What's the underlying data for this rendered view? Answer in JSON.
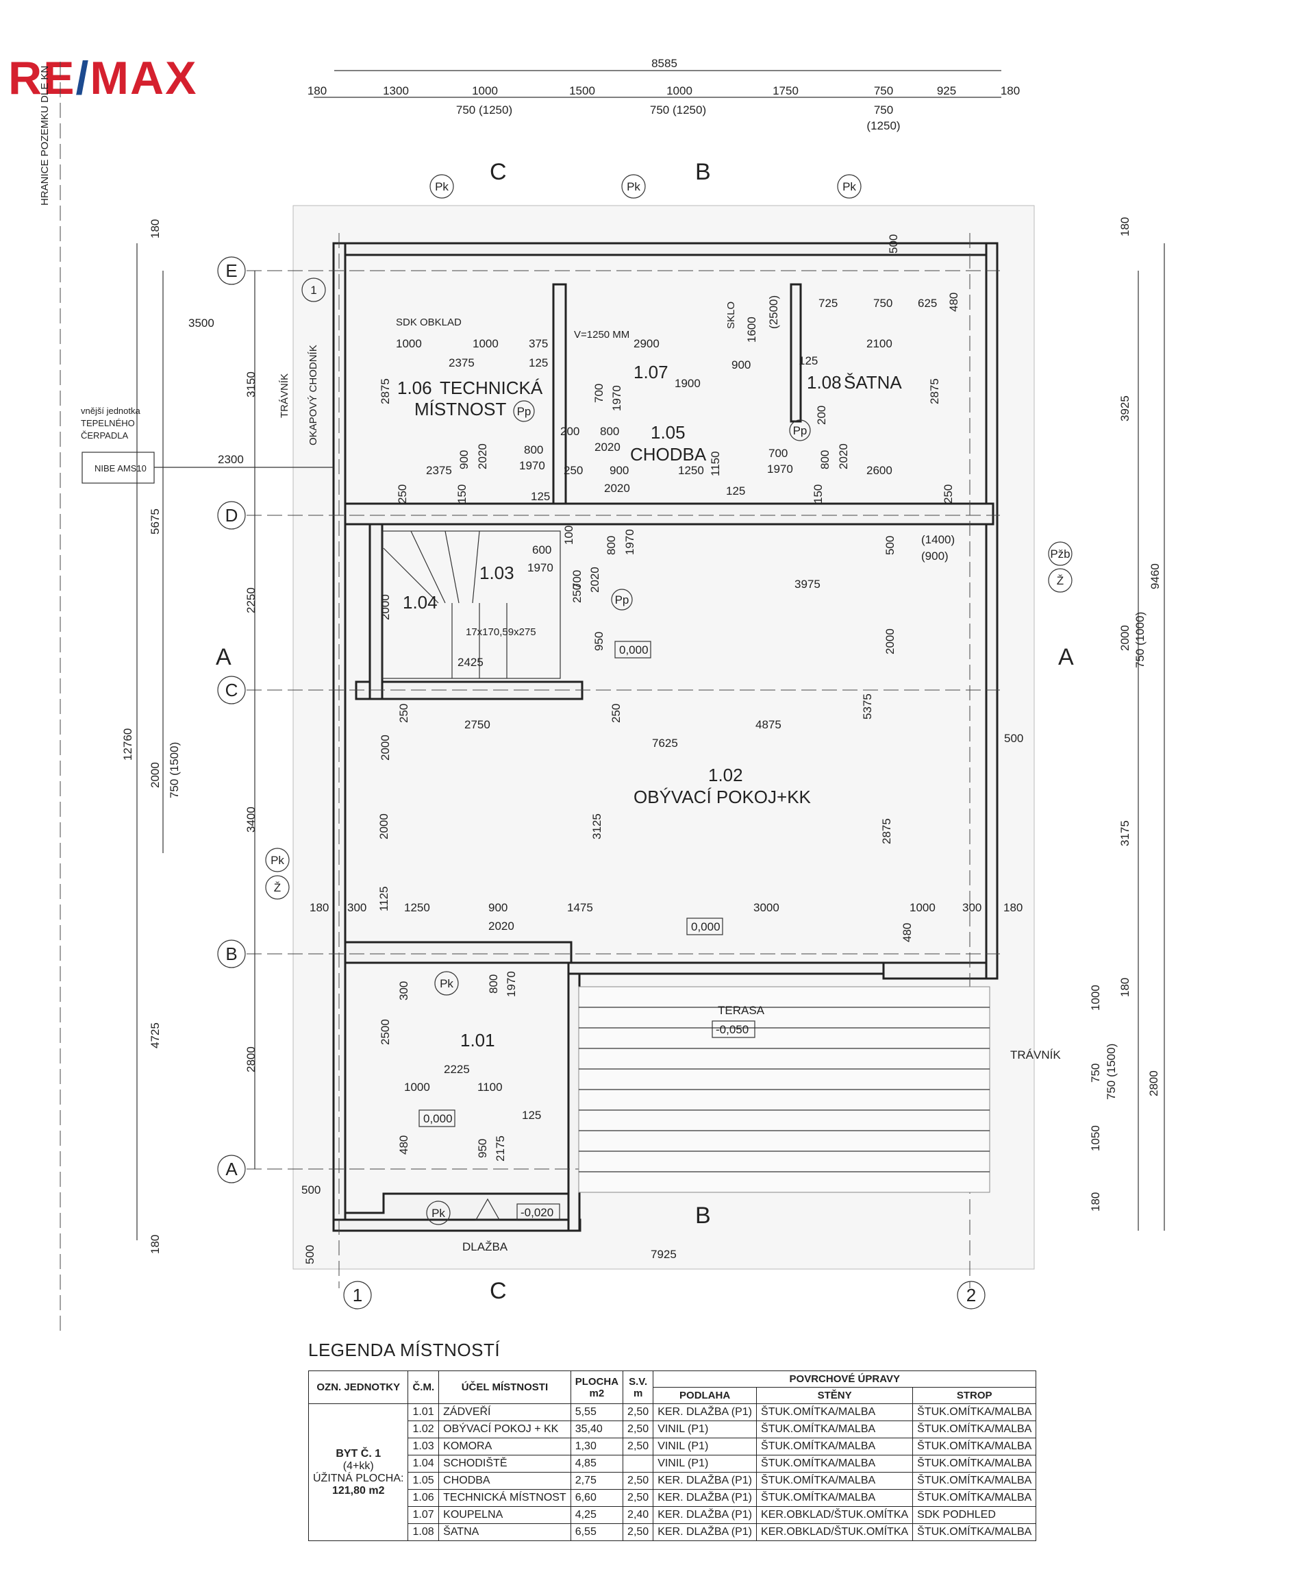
{
  "logo": {
    "text_a": "RE",
    "slash": "/",
    "text_b": "MAX"
  },
  "boundary_label": "HRANICE POZEMKU DLE KN",
  "rooms": [
    {
      "id": "r106",
      "number": "1.06",
      "name_line1": "TECHNICKÁ",
      "name_line2": "MÍSTNOST"
    },
    {
      "id": "r107",
      "number": "1.07",
      "name_line1": "",
      "name_line2": ""
    },
    {
      "id": "r108",
      "number": "1.08",
      "name_line1": "ŠATNA",
      "name_line2": ""
    },
    {
      "id": "r105",
      "number": "1.05",
      "name_line1": "CHODBA",
      "name_line2": ""
    },
    {
      "id": "r103",
      "number": "1.03",
      "name_line1": "",
      "name_line2": ""
    },
    {
      "id": "r104",
      "number": "1.04",
      "name_line1": "",
      "name_line2": ""
    },
    {
      "id": "r102",
      "number": "1.02",
      "name_line1": "OBÝVACÍ POKOJ+KK",
      "name_line2": ""
    },
    {
      "id": "r101",
      "number": "1.01",
      "name_line1": "",
      "name_line2": ""
    }
  ],
  "grid_axes": {
    "rows": [
      "E",
      "D",
      "C",
      "B",
      "A"
    ],
    "cols": [
      "1",
      "2"
    ]
  },
  "sections": [
    "C",
    "B",
    "A"
  ],
  "markers": {
    "pk": "Pk",
    "pp": "Pp",
    "pzb": "Pžb",
    "z": "Ž",
    "one": "1"
  },
  "labels": {
    "travnik_left": "TRÁVNÍK",
    "okapovy": "OKAPOVÝ CHODNÍK",
    "travnik_right": "TRÁVNÍK",
    "terasa": "TERASA",
    "dlazba": "DLAŽBA",
    "sdk_obklad": "SDK OBKLAD",
    "v_mm": "V=1250 MM",
    "sklo": "SKLO",
    "stairs": "17x170,59x275",
    "heat_pump_1": "vnější jednotka",
    "heat_pump_2": "TEPELNÉHO",
    "heat_pump_3": "ČERPADLA",
    "nibe": "NIBE AMS10",
    "lvl_000": "0,000",
    "lvl_000b": "0,000",
    "lvl_000c": "0,000",
    "lvl_terasa": "-0,050",
    "lvl_entry": "-0,020"
  },
  "dims_top": {
    "total": "8585",
    "row1": [
      "180",
      "1300",
      "1000",
      "1500",
      "1000",
      "1750",
      "750",
      "925",
      "180"
    ],
    "row2": [
      "750 (1250)",
      "750 (1250)",
      "750",
      "(1250)"
    ]
  },
  "dims_left": [
    "180",
    "3150",
    "5675",
    "2250",
    "12760",
    "2000",
    "750 (1500)",
    "3400",
    "4725",
    "2800",
    "180",
    "500",
    "500"
  ],
  "dims_right": [
    "180",
    "3925",
    "9460",
    "2000",
    "750 (1000)",
    "3175",
    "180",
    "1000",
    "750",
    "750 (1500)",
    "2800",
    "1050",
    "180",
    "500",
    "500"
  ],
  "dims_misc": [
    "3500",
    "2300",
    "1000",
    "1000",
    "375",
    "2375",
    "125",
    "2875",
    "725",
    "750",
    "625",
    "480",
    "2900",
    "1600",
    "(2500)",
    "2100",
    "125",
    "900",
    "1900",
    "700",
    "1970",
    "200",
    "800",
    "2020",
    "1150",
    "200",
    "2875",
    "900",
    "2020",
    "800",
    "1970",
    "700",
    "1970",
    "800",
    "2020",
    "2375",
    "250",
    "900",
    "1250",
    "2600",
    "250",
    "150",
    "125",
    "2020",
    "125",
    "150",
    "250",
    "600",
    "1970",
    "100",
    "800",
    "1970",
    "500",
    "(1400)",
    "(900)",
    "3975",
    "2000",
    "700",
    "2020",
    "250",
    "950",
    "2000",
    "2425",
    "2000",
    "250",
    "2750",
    "250",
    "4875",
    "5375",
    "7625",
    "2000",
    "3125",
    "2875",
    "180",
    "300",
    "1125",
    "1250",
    "900",
    "1475",
    "3000",
    "1000",
    "300",
    "180",
    "2020",
    "480",
    "300",
    "800",
    "1970",
    "2500",
    "2225",
    "1000",
    "1100",
    "125",
    "950",
    "2175",
    "480",
    "7925"
  ],
  "legend": {
    "title": "LEGENDA MÍSTNOSTÍ",
    "headers": {
      "unit": "OZN. JEDNOTKY",
      "cm": "Č.M.",
      "purpose": "ÚČEL MÍSTNOSTI",
      "area": "PLOCHA",
      "area_unit": "m2",
      "sv": "S.V.",
      "sv_unit": "m",
      "finish": "POVRCHOVÉ ÚPRAVY",
      "floor": "PODLAHA",
      "walls": "STĚNY",
      "ceiling": "STROP"
    },
    "unit_info": [
      "BYT Č. 1",
      "(4+kk)",
      "ÚŽITNÁ PLOCHA:",
      "121,80 m2"
    ],
    "rows": [
      {
        "cm": "1.01",
        "purpose": "ZÁDVEŘÍ",
        "area": "5,55",
        "sv": "2,50",
        "floor": "KER. DLAŽBA (P1)",
        "walls": "ŠTUK.OMÍTKA/MALBA",
        "ceiling": "ŠTUK.OMÍTKA/MALBA"
      },
      {
        "cm": "1.02",
        "purpose": "OBÝVACÍ POKOJ + KK",
        "area": "35,40",
        "sv": "2,50",
        "floor": "VINIL (P1)",
        "walls": "ŠTUK.OMÍTKA/MALBA",
        "ceiling": "ŠTUK.OMÍTKA/MALBA"
      },
      {
        "cm": "1.03",
        "purpose": "KOMORA",
        "area": "1,30",
        "sv": "2,50",
        "floor": "VINIL (P1)",
        "walls": "ŠTUK.OMÍTKA/MALBA",
        "ceiling": "ŠTUK.OMÍTKA/MALBA"
      },
      {
        "cm": "1.04",
        "purpose": "SCHODIŠTĚ",
        "area": "4,85",
        "sv": "",
        "floor": "VINIL (P1)",
        "walls": "ŠTUK.OMÍTKA/MALBA",
        "ceiling": "ŠTUK.OMÍTKA/MALBA"
      },
      {
        "cm": "1.05",
        "purpose": "CHODBA",
        "area": "2,75",
        "sv": "2,50",
        "floor": "KER. DLAŽBA (P1)",
        "walls": "ŠTUK.OMÍTKA/MALBA",
        "ceiling": "ŠTUK.OMÍTKA/MALBA"
      },
      {
        "cm": "1.06",
        "purpose": "TECHNICKÁ MÍSTNOST",
        "area": "6,60",
        "sv": "2,50",
        "floor": "KER. DLAŽBA (P1)",
        "walls": "ŠTUK.OMÍTKA/MALBA",
        "ceiling": "ŠTUK.OMÍTKA/MALBA"
      },
      {
        "cm": "1.07",
        "purpose": "KOUPELNA",
        "area": "4,25",
        "sv": "2,40",
        "floor": "KER. DLAŽBA (P1)",
        "walls": "KER.OBKLAD/ŠTUK.OMÍTKA",
        "ceiling": "SDK PODHLED"
      },
      {
        "cm": "1.08",
        "purpose": "ŠATNA",
        "area": "6,55",
        "sv": "2,50",
        "floor": "KER. DLAŽBA (P1)",
        "walls": "KER.OBKLAD/ŠTUK.OMÍTKA",
        "ceiling": "ŠTUK.OMÍTKA/MALBA"
      }
    ]
  }
}
